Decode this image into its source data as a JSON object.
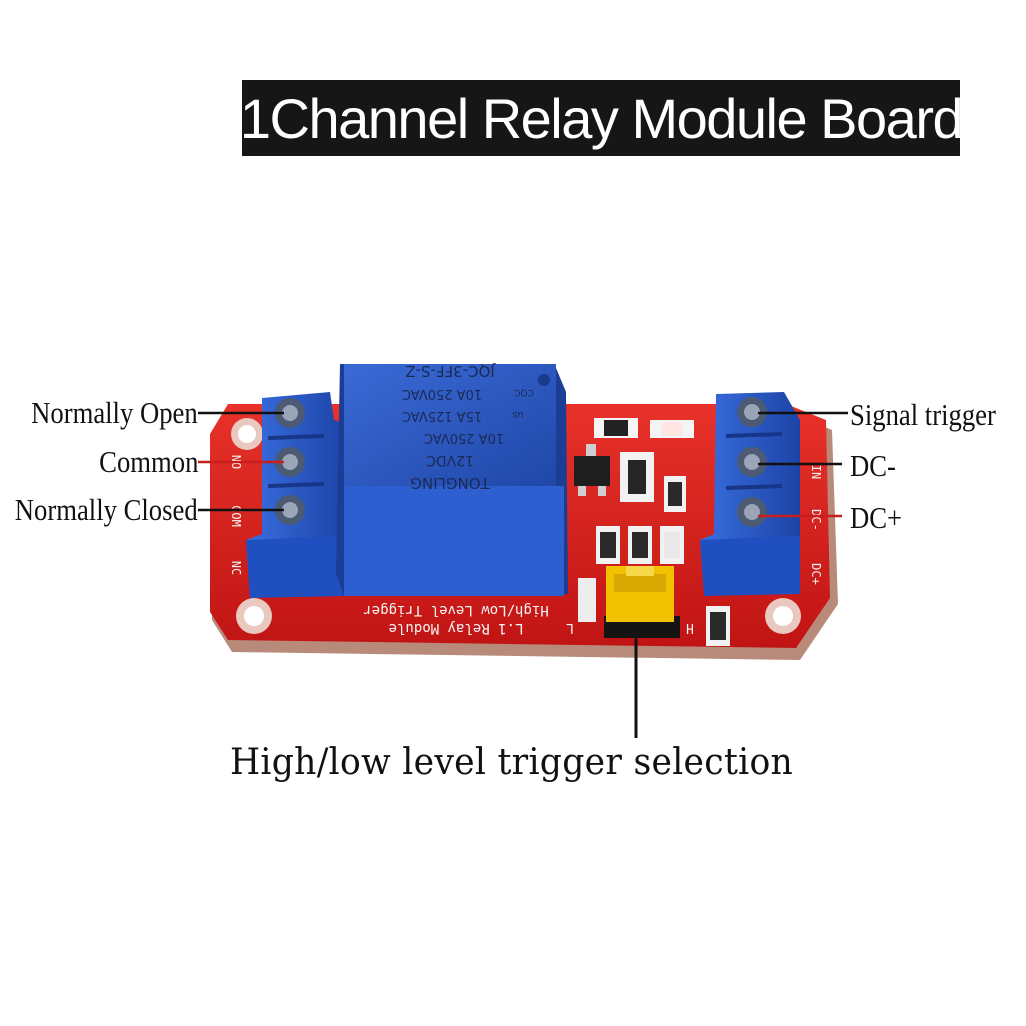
{
  "title": "1Channel Relay Module Board",
  "labels": {
    "normally_open": "Normally Open",
    "common": "Common",
    "normally_closed": "Normally Closed",
    "signal_trigger": "Signal trigger",
    "dc_minus": "DC-",
    "dc_plus": "DC+",
    "trigger_selection": "High/low level trigger selection"
  },
  "relay_markings": {
    "model": "JQC-3FF-S-Z",
    "rating_1": "10A 250VAC",
    "rating_2": "15A 125VAC",
    "rating_3": "10A 250VAC",
    "coil": "12VDC",
    "brand": "TONGLING",
    "cqc": "CQC",
    "us": "us"
  },
  "pcb_silkscreen": {
    "line1": "L.1 Relay Module",
    "line2": "High/Low Level Trigger",
    "terminal_no": "NO",
    "terminal_com": "COM",
    "terminal_nc": "NC",
    "terminal_in": "IN",
    "terminal_dcm": "DC-",
    "terminal_dcp": "DC+",
    "jumper_l": "L",
    "jumper_h": "H"
  },
  "colors": {
    "pcb": "#d91c1c",
    "relay": "#2c58c4",
    "terminal": "#2a5bd0",
    "jumper": "#f2c200",
    "leader_black": "#111111",
    "leader_red": "#c81e1e"
  }
}
